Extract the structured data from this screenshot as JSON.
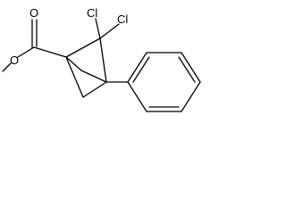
{
  "molecule": {
    "atom_labels": {
      "carbonyl_oxygen": "O",
      "ester_oxygen": "O",
      "chlorine_left": "Cl",
      "chlorine_right": "Cl"
    }
  }
}
